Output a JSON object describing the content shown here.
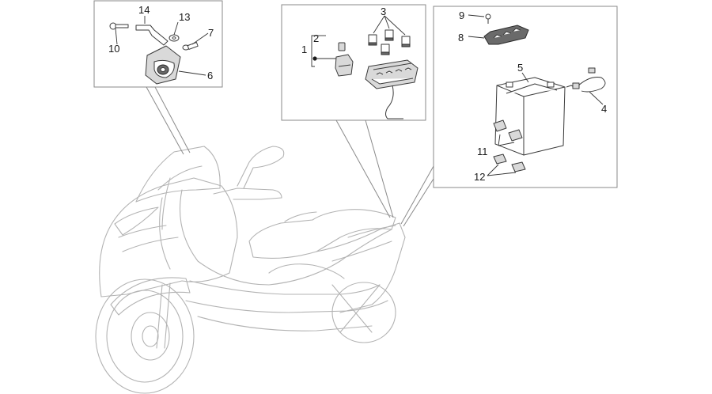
{
  "callouts": {
    "c1": "1",
    "c2": "2",
    "c3": "3",
    "c4": "4",
    "c5": "5",
    "c6": "6",
    "c7": "7",
    "c8": "8",
    "c9": "9",
    "c10": "10",
    "c11": "11",
    "c12": "12",
    "c13": "13",
    "c14": "14"
  },
  "colors": {
    "outline": "#b3b3b3",
    "part_stroke": "#3a3a3a",
    "box_border": "#8a8a8a",
    "label": "#1a1a1a"
  }
}
